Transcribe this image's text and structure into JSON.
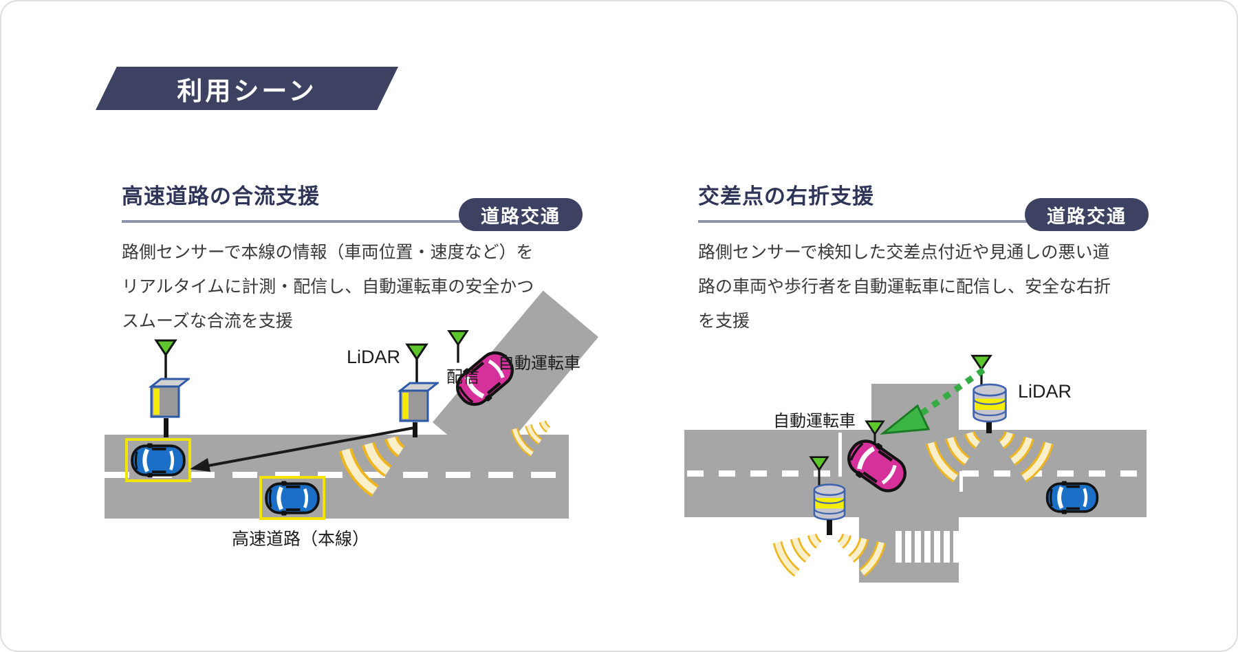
{
  "banner": {
    "label": "利用シーン"
  },
  "left_panel": {
    "title": "高速道路の合流支援",
    "badge": "道路交通",
    "description": [
      "路側センサーで本線の情報（車両位置・速度など）を",
      "リアルタイムに計測・配信し、自動運転車の安全かつ",
      "スムーズな合流を支援"
    ],
    "labels": {
      "lidar": "LiDAR",
      "delivery": "配信",
      "autonomous_car": "自動運転車",
      "road_caption": "高速道路（本線）"
    }
  },
  "right_panel": {
    "title": "交差点の右折支援",
    "badge": "道路交通",
    "description": [
      "路側センサーで検知した交差点付近や見通しの悪い道",
      "路の車両や歩行者を自動運転車に配信し、安全な右折",
      "を支援"
    ],
    "labels": {
      "lidar": "LiDAR",
      "autonomous_car": "自動運転車"
    }
  },
  "colors": {
    "navy": "#3d4263",
    "title_text": "#2e3558",
    "road_gray": "#a6a6a6",
    "detection_box_yellow": "#f0e400",
    "car_blue": "#1b6fc6",
    "car_pink": "#d6309a",
    "antenna_green": "#5ec62d",
    "wave_gold": "#eeb51e",
    "wave_cream": "#f9f0cb",
    "arrow_green": "#35ad42",
    "sensor_outline_blue": "#2b59a8"
  }
}
